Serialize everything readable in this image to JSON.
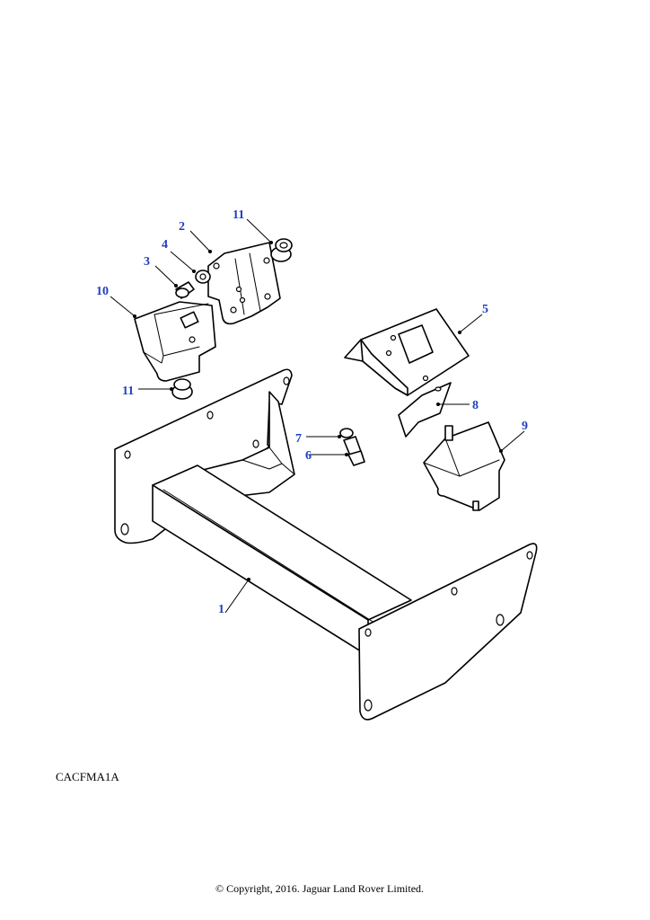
{
  "diagram": {
    "reference_code": "CACFMA1A",
    "copyright": "© Copyright, 2016. Jaguar Land Rover Limited.",
    "callout_color": "#1f3fbf",
    "callouts": {
      "c1": "1",
      "c2": "2",
      "c3": "3",
      "c4": "4",
      "c5": "5",
      "c6": "6",
      "c7": "7",
      "c8": "8",
      "c9": "9",
      "c10": "10",
      "c11a": "11",
      "c11b": "11"
    }
  }
}
